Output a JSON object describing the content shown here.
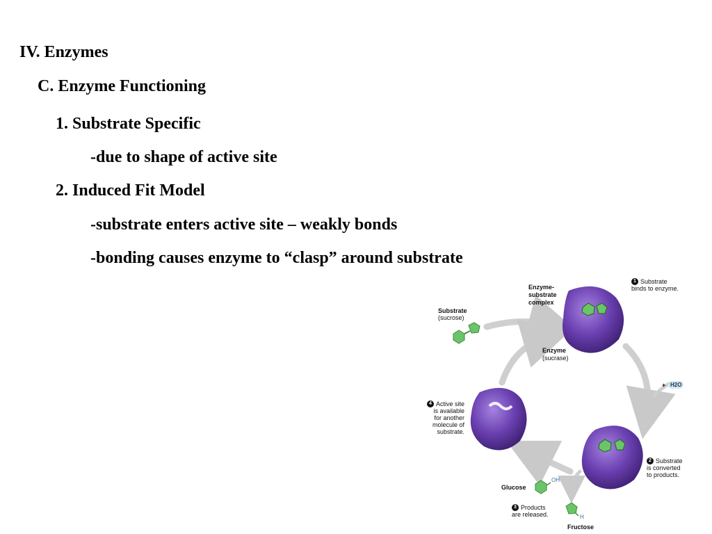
{
  "slide": {
    "heading": "IV. Enzymes",
    "subheading": "C. Enzyme Functioning",
    "point1": "1. Substrate Specific",
    "point1_detail": "-due to shape of active site",
    "point2": "2. Induced Fit Model",
    "point2_detail1": "-substrate enters active site – weakly bonds",
    "point2_detail2": "-bonding causes enzyme to “clasp” around substrate"
  },
  "diagram": {
    "substrate_label_1": "Substrate",
    "substrate_label_2": "(sucrose)",
    "complex_label_1": "Enzyme-",
    "complex_label_2": "substrate",
    "complex_label_3": "complex",
    "enzyme_label_1": "Enzyme",
    "enzyme_label_2": "(sucrase)",
    "step1_num": "1",
    "step1_line1": "Substrate",
    "step1_line2": "binds to enzyme.",
    "water_plus": "+",
    "water_label": "H2O",
    "step2_num": "2",
    "step2_line1": "Substrate",
    "step2_line2": "is converted",
    "step2_line3": "to products.",
    "step3_num": "3",
    "step3_line1": "Products",
    "step3_line2": "are released.",
    "step4_num": "4",
    "step4_line1": "Active site",
    "step4_line2": "is available",
    "step4_line3": "for another",
    "step4_line4": "molecule of",
    "step4_line5": "substrate.",
    "glucose_label": "Glucose",
    "fructose_label": "Fructose",
    "oh_label": "OH",
    "h_label": "H"
  },
  "colors": {
    "enzyme": "#6a3fb0",
    "substrate": "#6cc46a",
    "arrow": "#c9c9c9"
  }
}
